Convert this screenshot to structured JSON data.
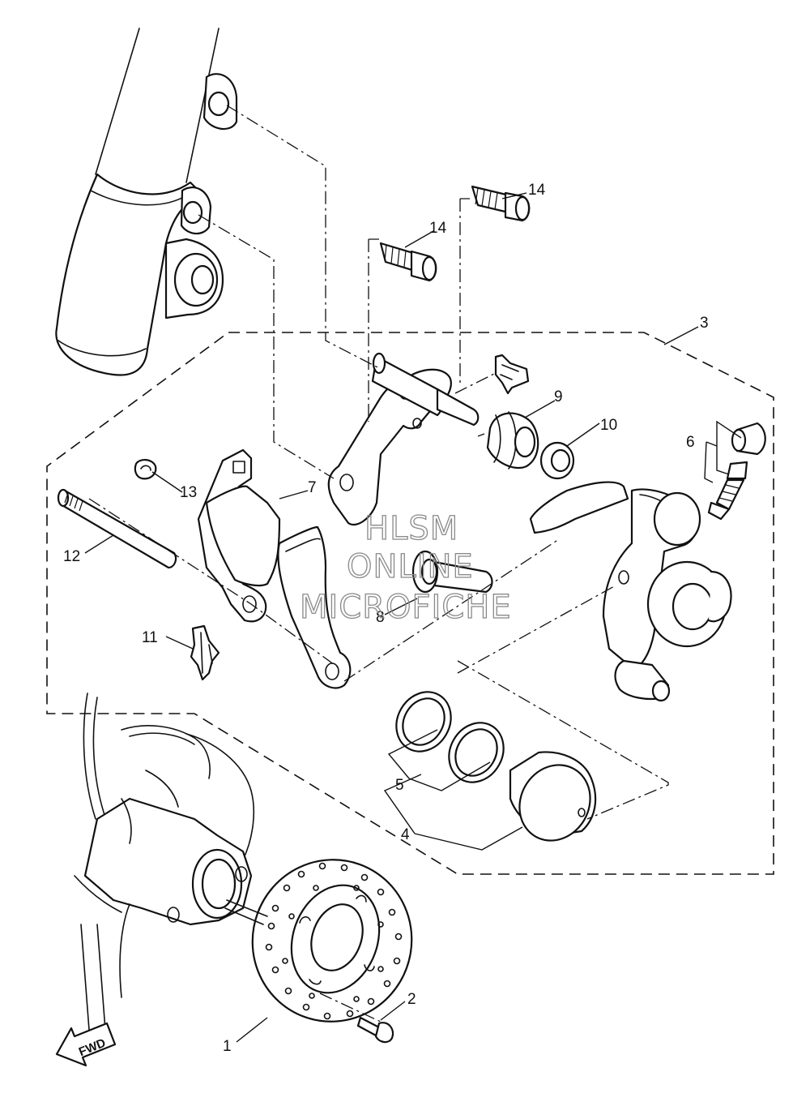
{
  "callouts": [
    {
      "id": "1",
      "label": "1"
    },
    {
      "id": "2",
      "label": "2"
    },
    {
      "id": "3",
      "label": "3"
    },
    {
      "id": "4",
      "label": "4"
    },
    {
      "id": "5",
      "label": "5"
    },
    {
      "id": "6",
      "label": "6"
    },
    {
      "id": "7",
      "label": "7"
    },
    {
      "id": "8",
      "label": "8"
    },
    {
      "id": "9",
      "label": "9"
    },
    {
      "id": "10",
      "label": "10"
    },
    {
      "id": "11",
      "label": "11"
    },
    {
      "id": "12",
      "label": "12"
    },
    {
      "id": "13",
      "label": "13"
    },
    {
      "id": "14a",
      "label": "14"
    },
    {
      "id": "14b",
      "label": "14"
    }
  ],
  "direction_arrow": {
    "label": "FWD"
  },
  "watermark": {
    "line1": "HLSM",
    "line2": "ONLINE",
    "line3": "MICROFICHE"
  }
}
